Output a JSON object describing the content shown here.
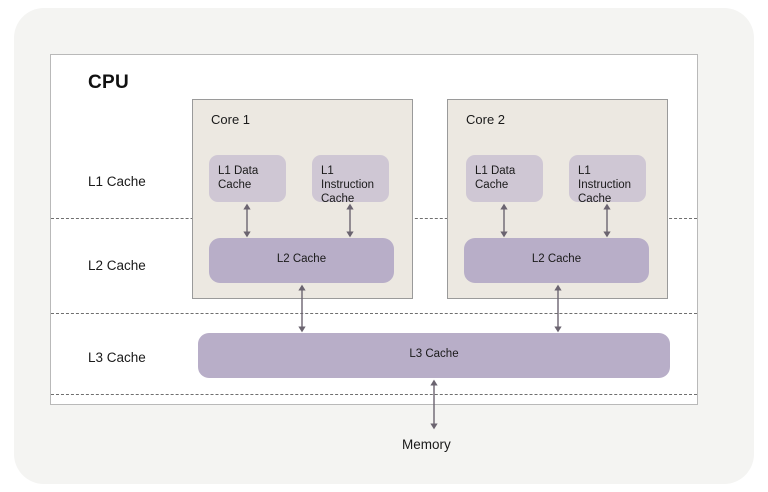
{
  "diagram": {
    "title": "CPU",
    "tiers": [
      {
        "label": "L1 Cache"
      },
      {
        "label": "L2 Cache"
      },
      {
        "label": "L3 Cache"
      }
    ],
    "cores": [
      {
        "title": "Core 1",
        "l1_data": "L1 Data Cache",
        "l1_instruction": "L1 Instruction Cache",
        "l2": "L2 Cache"
      },
      {
        "title": "Core 2",
        "l1_data": "L1 Data Cache",
        "l1_instruction": "L1 Instruction Cache",
        "l2": "L2 Cache"
      }
    ],
    "l3": {
      "label": "L3 Cache"
    },
    "memory": {
      "label": "Memory"
    },
    "colors": {
      "page_background": "#ffffff",
      "card_background": "#f4f4f2",
      "cpu_box_background": "#ffffff",
      "cpu_box_border": "#b9b9b9",
      "core_panel_background": "#ece8e1",
      "core_panel_border": "#9a9a9a",
      "l1_box": "#cfc7d4",
      "l2_box": "#b8aec8",
      "l3_box": "#b8aec8",
      "divider": "#6f6f6f",
      "arrow": "#6b6470",
      "text": "#1a1a1a"
    }
  }
}
